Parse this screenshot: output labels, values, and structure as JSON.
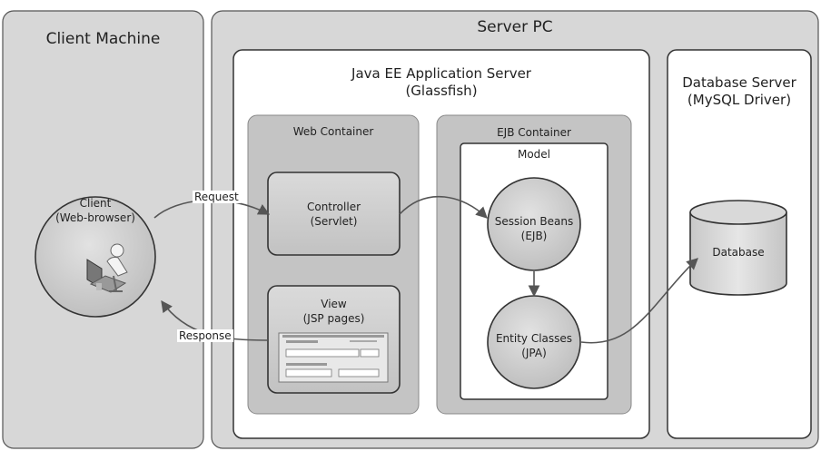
{
  "client_machine": {
    "title": "Client Machine"
  },
  "server_pc": {
    "title": "Server PC"
  },
  "app_server": {
    "title_line1": "Java EE Application Server",
    "title_line2": "(Glassfish)"
  },
  "db_server": {
    "title_line1": "Database Server",
    "title_line2": "(MySQL Driver)"
  },
  "web_container": {
    "title": "Web Container"
  },
  "ejb_container": {
    "title": "EJB Container"
  },
  "model": {
    "title": "Model"
  },
  "client": {
    "line1": "Client",
    "line2": "(Web-browser)"
  },
  "controller": {
    "line1": "Controller",
    "line2": "(Servlet)"
  },
  "view": {
    "line1": "View",
    "line2": "(JSP pages)"
  },
  "session_beans": {
    "line1": "Session Beans",
    "line2": "(EJB)"
  },
  "entity_classes": {
    "line1": "Entity Classes",
    "line2": "(JPA)"
  },
  "database": {
    "label": "Database"
  },
  "edges": {
    "request": "Request",
    "response": "Response"
  },
  "colors": {
    "panel_fill": "#d7d7d7",
    "inner_box_fill": "#c4c4c4",
    "node_fill": "#cfcfcf",
    "box_stroke": "#333333",
    "arrow": "#555555"
  }
}
